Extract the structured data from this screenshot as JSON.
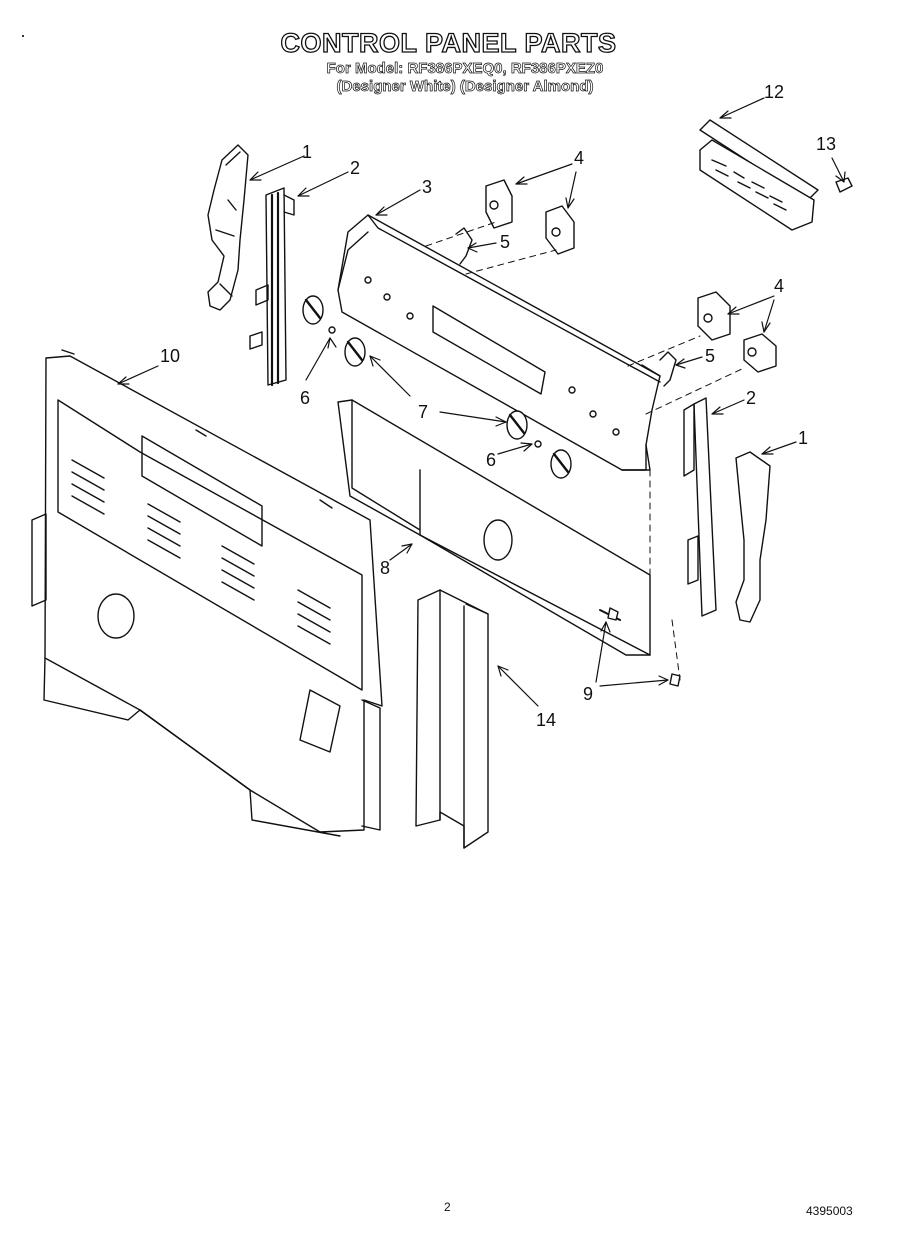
{
  "header": {
    "title": "CONTROL PANEL PARTS",
    "model_line": "For Model: RF386PXEQ0, RF386PXEZ0",
    "color_line": "(Designer White) (Designer Almond)"
  },
  "callouts": {
    "c1a": "1",
    "c2a": "2",
    "c3": "3",
    "c4a": "4",
    "c5a": "5",
    "c4b": "4",
    "c5b": "5",
    "c2b": "2",
    "c1b": "1",
    "c6a": "6",
    "c7": "7",
    "c6b": "6",
    "c8": "8",
    "c9": "9",
    "c10": "10",
    "c12": "12",
    "c13": "13",
    "c14": "14"
  },
  "footer": {
    "page_number": "2",
    "doc_number": "4395003"
  }
}
